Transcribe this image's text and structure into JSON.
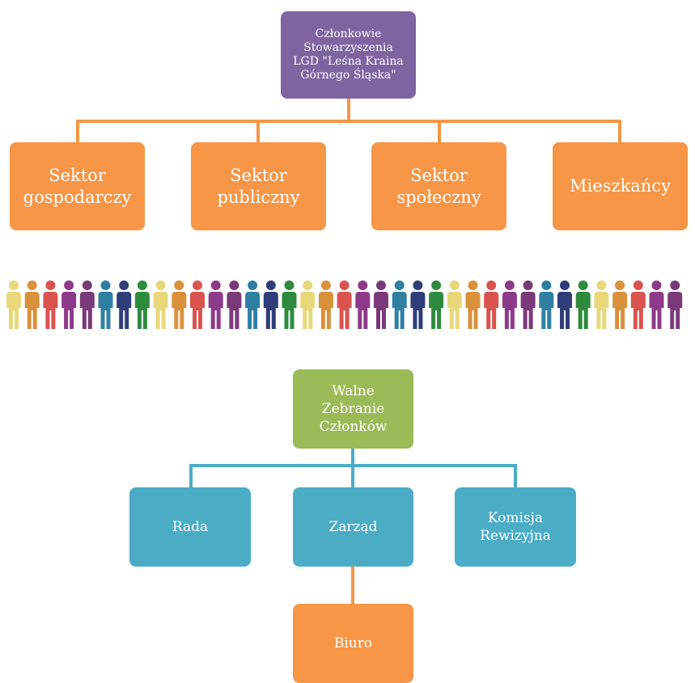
{
  "top": {
    "title": "Członkowie Stowarzyszenia LGD \"Leśna Kraina Górnego Śląska\""
  },
  "sectors": [
    "Sektor gospodarczy",
    "Sektor publiczny",
    "Sektor społeczny",
    "Mieszkańcy"
  ],
  "assembly": {
    "title": "Walne Zebranie Członków"
  },
  "bodies": [
    "Rada",
    "Zarząd",
    "Komisja Rewizyjna"
  ],
  "office": {
    "title": "Biuro"
  },
  "colors": {
    "purple": "#8064a2",
    "orange": "#f79646",
    "green": "#9bbb59",
    "teal": "#4bacc6",
    "people": [
      "#e8d87a",
      "#d9913c",
      "#d9534f",
      "#8e3a8a",
      "#7a3a7a",
      "#2f7fa3",
      "#2f3d7a",
      "#2e8b3e"
    ]
  },
  "people_icon": "person-icon"
}
